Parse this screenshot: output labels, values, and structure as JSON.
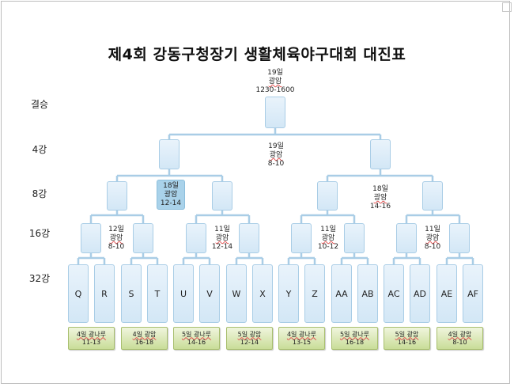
{
  "title": "제4회 강동구청장기 생활체육야구대회 대진표",
  "rounds": {
    "final": "결승",
    "semi": "4강",
    "quarter": "8강",
    "r16": "16강",
    "r32": "32강"
  },
  "final_info": {
    "l1": "19일",
    "l2": "광암",
    "l3": "1230-1600"
  },
  "semi_info": {
    "l1": "19일",
    "l2": "광암",
    "l3": "8-10"
  },
  "quarter_left_info": {
    "l1": "18일",
    "l2": "광암",
    "l3": "12-14"
  },
  "quarter_right_info": {
    "l1": "18일",
    "l2": "광암",
    "l3": "14-16"
  },
  "r16_info": [
    {
      "l1": "12일",
      "l2": "광암",
      "l3": "8-10"
    },
    {
      "l1": "11일",
      "l2": "광암",
      "l3": "12-14"
    },
    {
      "l1": "11일",
      "l2": "광암",
      "l3": "10-12"
    },
    {
      "l1": "11일",
      "l2": "광암",
      "l3": "8-10"
    }
  ],
  "teams": [
    "Q",
    "R",
    "S",
    "T",
    "U",
    "V",
    "W",
    "X",
    "Y",
    "Z",
    "AA",
    "AB",
    "AC",
    "AD",
    "AE",
    "AF"
  ],
  "r32_schedule": [
    {
      "l1": "4일 광나루",
      "l2": "11-13"
    },
    {
      "l1": "4일 광암",
      "l2": "16-18"
    },
    {
      "l1": "5일 광나루",
      "l2": "14-16"
    },
    {
      "l1": "5일 광암",
      "l2": "12-14"
    },
    {
      "l1": "4일 광나루",
      "l2": "13-15"
    },
    {
      "l1": "5일 광나루",
      "l2": "16-18"
    },
    {
      "l1": "5일 광암",
      "l2": "14-16"
    },
    {
      "l1": "4일 광암",
      "l2": "8-10"
    }
  ],
  "colors": {
    "box_fill": "#d3e7f6",
    "box_border": "#a9cde6",
    "highlight_fill": "#a9d2ea",
    "schedule_fill": "#c9dd98",
    "line": "#a9cde6"
  }
}
